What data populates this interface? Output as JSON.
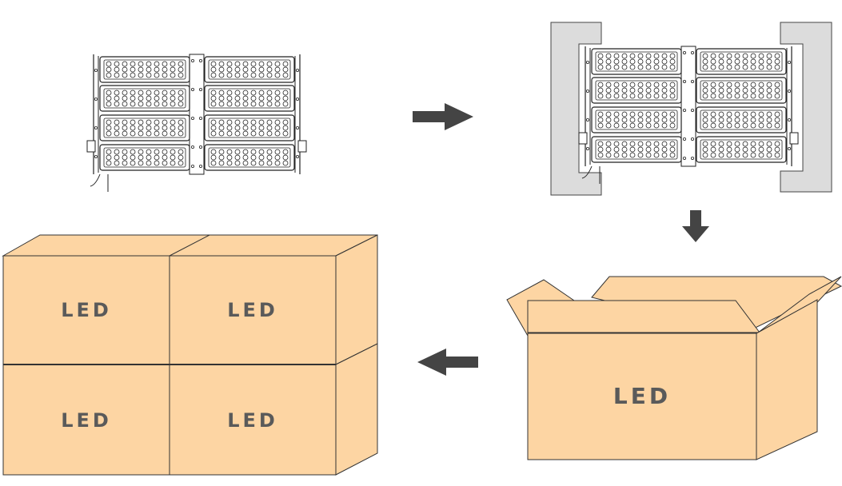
{
  "steps": [
    {
      "name": "led-light-fixture",
      "description_hidden": ""
    },
    {
      "name": "light-with-foam-protectors"
    },
    {
      "name": "light-in-open-carton"
    },
    {
      "name": "stacked-cartons"
    }
  ],
  "carton": {
    "label": "LED",
    "fill_color": "#fdd5a3",
    "stroke_color": "#333333",
    "text_color": "#5a5a5a"
  },
  "stacked_cartons": {
    "labels": [
      "LED",
      "LED",
      "LED",
      "LED"
    ]
  },
  "foam": {
    "fill_color": "#dcdcdc"
  },
  "arrows": [
    {
      "direction": "right",
      "color": "#444444"
    },
    {
      "direction": "down",
      "color": "#444444"
    },
    {
      "direction": "left",
      "color": "#444444"
    }
  ]
}
